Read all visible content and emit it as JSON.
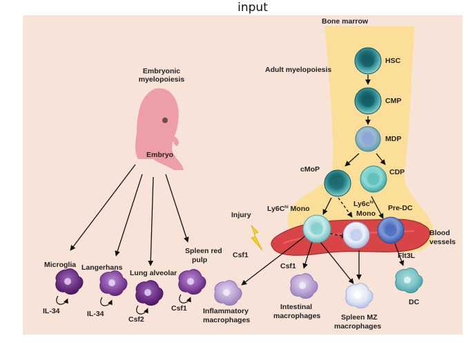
{
  "header": "input",
  "colors": {
    "panel": "#f7e3d8",
    "marrow": "#fbdf98",
    "vessel": "#d94446",
    "embryo": "#ee9ea6",
    "teal": "#2e8f94",
    "purple": "#7d3f91",
    "lavender": "#b49ccc",
    "pale_blue": "#dbe3f2",
    "blue": "#5b7fc8"
  },
  "labels": {
    "bone_marrow": "Bone marrow",
    "adult_myelopoiesis": "Adult myelopoiesis",
    "embryonic_line1": "Embryonic",
    "embryonic_line2": "myelopoiesis",
    "embryo": "Embryo",
    "hsc": "HSC",
    "cmp": "CMP",
    "mdp": "MDP",
    "cmop": "cMoP",
    "cdp": "CDP",
    "ly6chi_base": "Ly6C",
    "ly6chi_sup": "hi",
    "ly6chi_tail": " Mono",
    "ly6clo_base": "Ly6c",
    "ly6clo_sup": "lo",
    "ly6clo_line2": "Mono",
    "pre_dc": "Pre-DC",
    "blood_line1": "Blood",
    "blood_line2": "vessels",
    "injury": "Injury",
    "csf1_injury": "Csf1",
    "csf1_mono": "Csf1",
    "flt3l": "Flt3L",
    "dc": "DC",
    "microglia": "Microglia",
    "langerhans": "Langerhans",
    "lung_alveolar": "Lung alveolar",
    "spleen_red_line1": "Spleen red",
    "spleen_red_line2": "pulp",
    "il34_a": "IL-34",
    "il34_b": "IL-34",
    "csf2": "Csf2",
    "csf1_spleen": "Csf1",
    "inflammatory_line1": "Inflammatory",
    "inflammatory_line2": "macrophages",
    "intestinal_line1": "Intestinal",
    "intestinal_line2": "macrophages",
    "spleen_mz_line1": "Spleen MZ",
    "spleen_mz_line2": "macrophages"
  },
  "icons": [
    "stem-cell",
    "monocyte",
    "dendritic-cell",
    "macrophage",
    "lightning-bolt",
    "embryo"
  ]
}
